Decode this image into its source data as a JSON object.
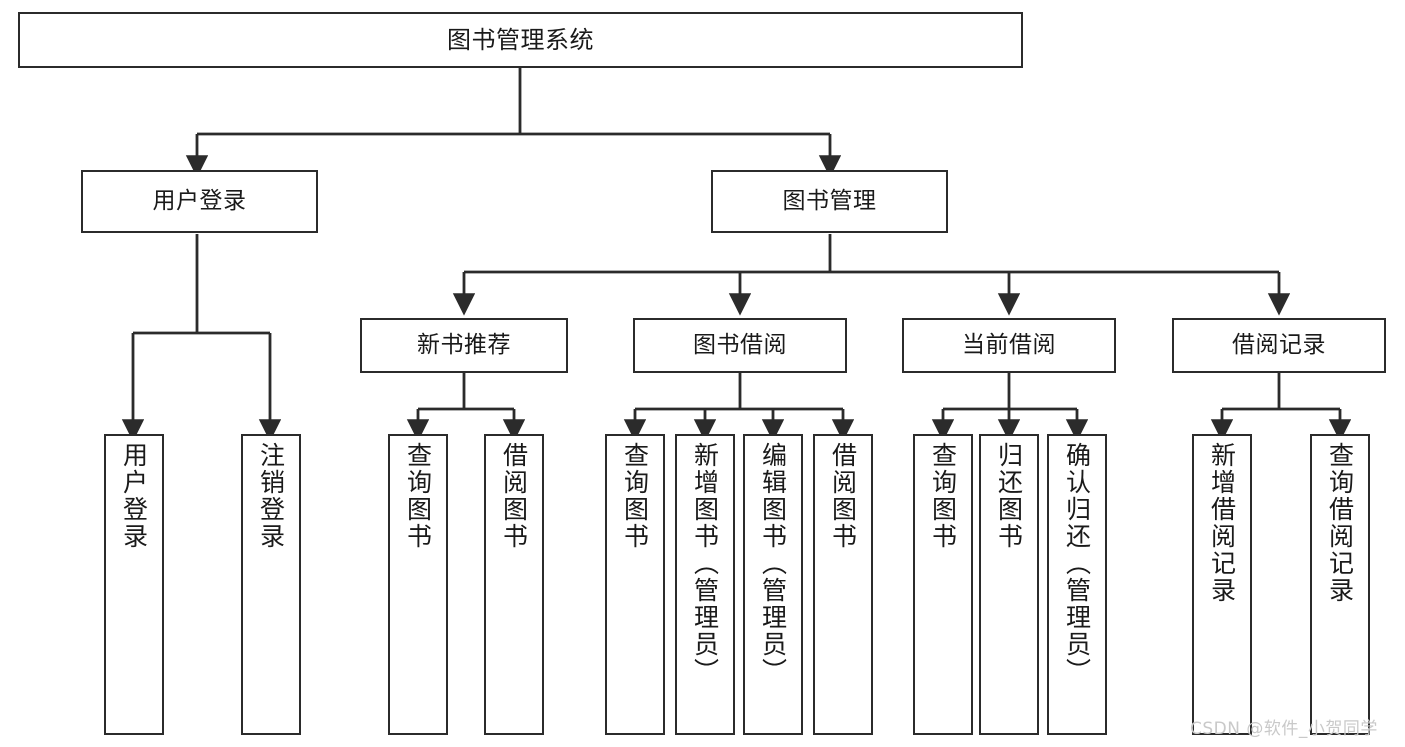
{
  "diagram": {
    "title": "图书管理系统",
    "type": "hierarchy-tree",
    "watermark": "CSDN @软件_小贺同学",
    "colors": {
      "stroke": "#2b2b2b",
      "fill": "#ffffff",
      "text": "#1a1a1a",
      "watermark": "#c9c9c9"
    },
    "levels": {
      "root": {
        "label": "图书管理系统"
      },
      "level2": [
        {
          "id": "user-login",
          "label": "用户登录"
        },
        {
          "id": "book-manage",
          "label": "图书管理"
        }
      ],
      "level3": [
        {
          "id": "new-book-recommend",
          "label": "新书推荐"
        },
        {
          "id": "book-borrow",
          "label": "图书借阅"
        },
        {
          "id": "current-borrow",
          "label": "当前借阅"
        },
        {
          "id": "borrow-record",
          "label": "借阅记录"
        }
      ],
      "leaves": {
        "user-login": [
          {
            "id": "leaf-user-login",
            "label": "用户登录"
          },
          {
            "id": "leaf-logout-login",
            "label": "注销登录"
          }
        ],
        "new-book-recommend": [
          {
            "id": "leaf-query-book-1",
            "label": "查询图书"
          },
          {
            "id": "leaf-borrow-book-1",
            "label": "借阅图书"
          }
        ],
        "book-borrow": [
          {
            "id": "leaf-query-book-2",
            "label": "查询图书"
          },
          {
            "id": "leaf-add-book",
            "label": "新增图书（管理员）"
          },
          {
            "id": "leaf-edit-book",
            "label": "编辑图书（管理员）"
          },
          {
            "id": "leaf-borrow-book-2",
            "label": "借阅图书"
          }
        ],
        "current-borrow": [
          {
            "id": "leaf-query-book-3",
            "label": "查询图书"
          },
          {
            "id": "leaf-return-book",
            "label": "归还图书"
          },
          {
            "id": "leaf-confirm-return",
            "label": "确认归还（管理员）"
          }
        ],
        "borrow-record": [
          {
            "id": "leaf-add-record",
            "label": "新增借阅记录"
          },
          {
            "id": "leaf-query-record",
            "label": "查询借阅记录"
          }
        ]
      }
    }
  }
}
